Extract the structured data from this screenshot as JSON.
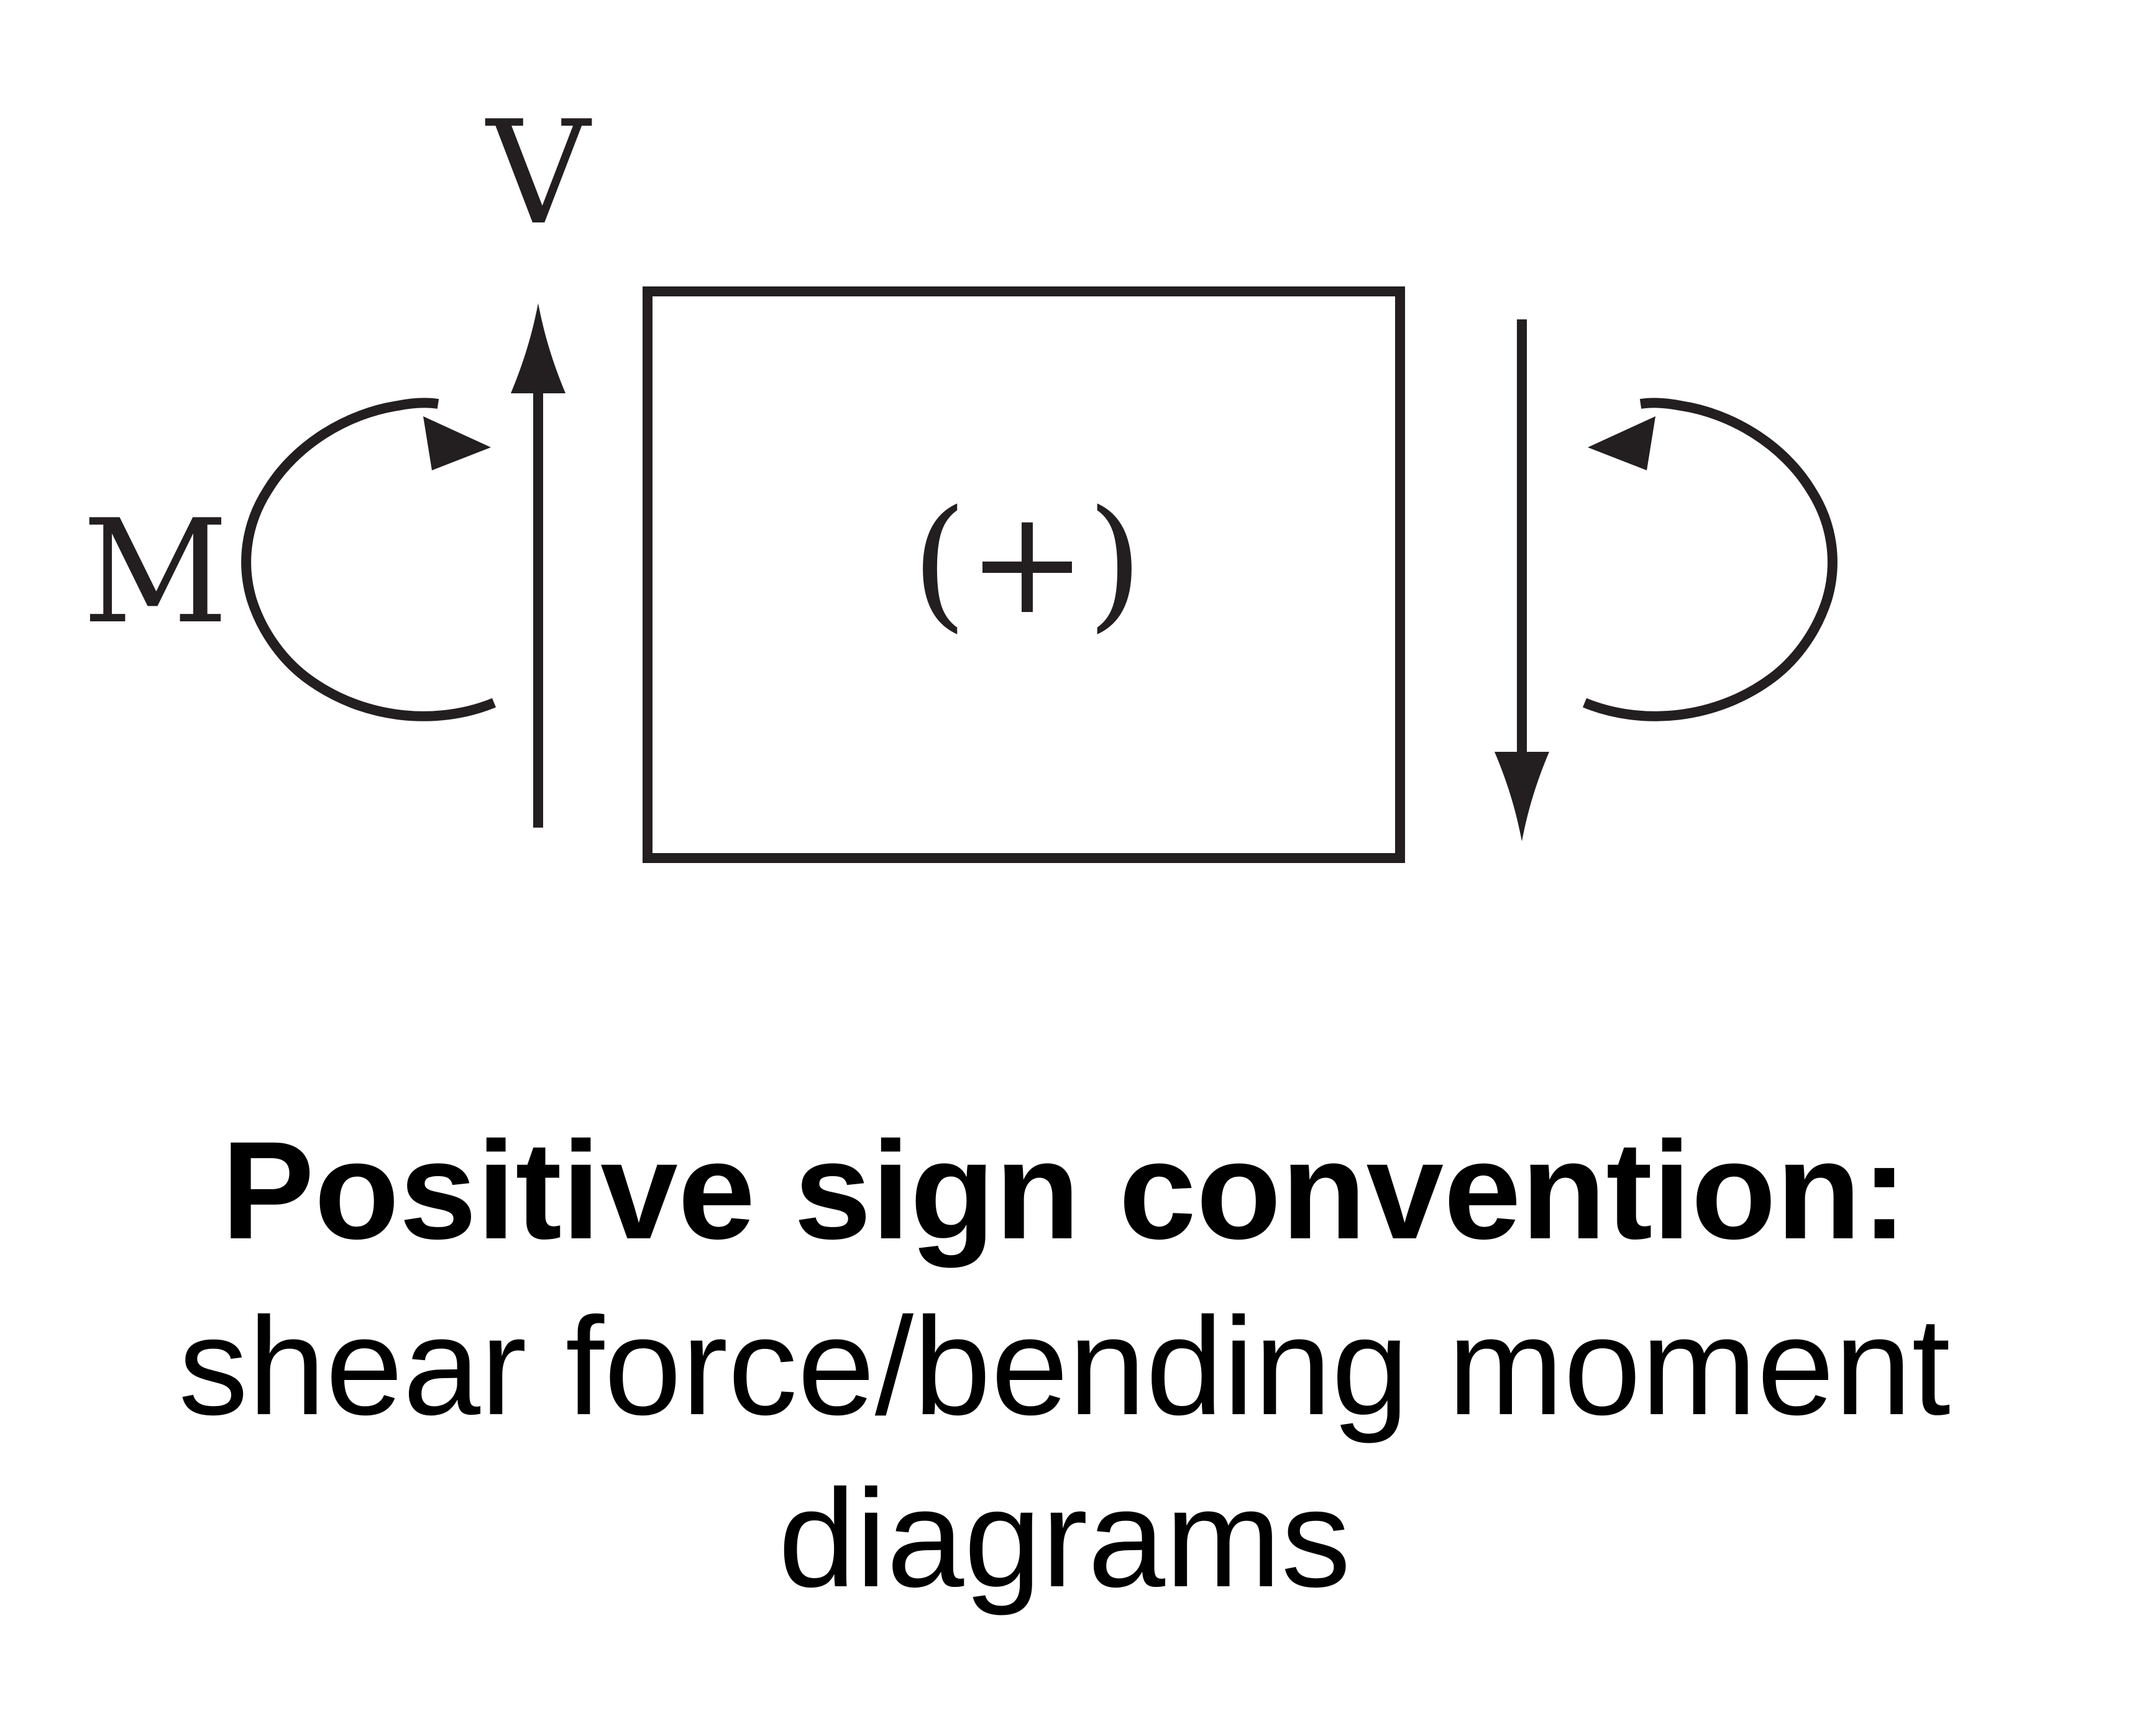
{
  "diagram": {
    "labels": {
      "shear": "V",
      "moment": "M",
      "sign": "(+)"
    },
    "caption": {
      "heading": "Positive sign convention:",
      "line1": "shear force/bending moment",
      "line2": "diagrams"
    }
  },
  "colors": {
    "stroke": "#231f20",
    "text": "#000000",
    "background": "#ffffff"
  }
}
